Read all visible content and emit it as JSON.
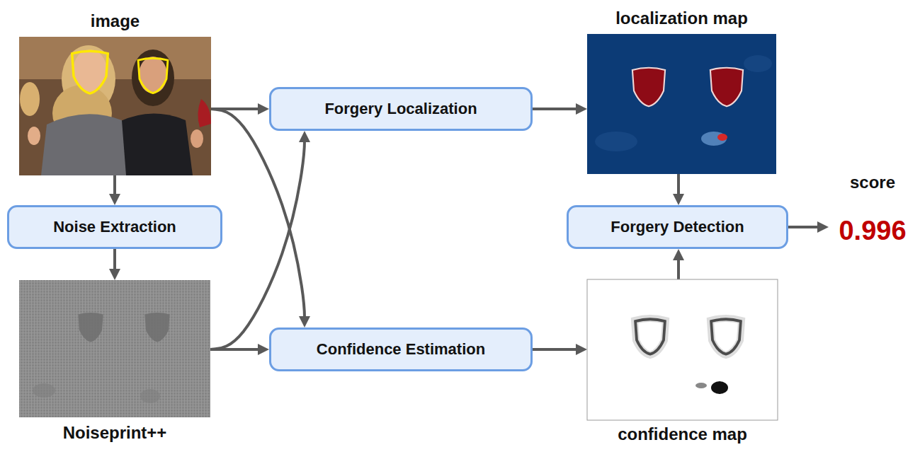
{
  "diagram": {
    "nodes": [
      {
        "text": [
          "image"
        ]
      },
      {
        "text": [
          "Forgery Localization"
        ]
      },
      {
        "text": [
          "localization map"
        ]
      },
      {
        "text": [
          "Noise Extraction"
        ]
      },
      {
        "text": [
          "Forgery Detection"
        ]
      },
      {
        "text": [
          "score",
          "0.996"
        ]
      },
      {
        "text": [
          "Noiseprint++"
        ]
      },
      {
        "text": [
          "Confidence Estimation"
        ]
      },
      {
        "text": [
          "confidence map"
        ]
      }
    ],
    "edges": [
      {
        "from": 0,
        "to": 1,
        "arrow": "to"
      },
      {
        "from": 0,
        "to": 7,
        "arrow": "to"
      },
      {
        "from": 0,
        "to": 3,
        "arrow": "to"
      },
      {
        "from": 3,
        "to": 6,
        "arrow": "to"
      },
      {
        "from": 6,
        "to": 1,
        "arrow": "to"
      },
      {
        "from": 6,
        "to": 7,
        "arrow": "to"
      },
      {
        "from": 1,
        "to": 2,
        "arrow": "to"
      },
      {
        "from": 7,
        "to": 8,
        "arrow": "to"
      },
      {
        "from": 2,
        "to": 4,
        "arrow": "to"
      },
      {
        "from": 8,
        "to": 4,
        "arrow": "to"
      },
      {
        "from": 4,
        "to": 5,
        "arrow": "to"
      }
    ]
  }
}
